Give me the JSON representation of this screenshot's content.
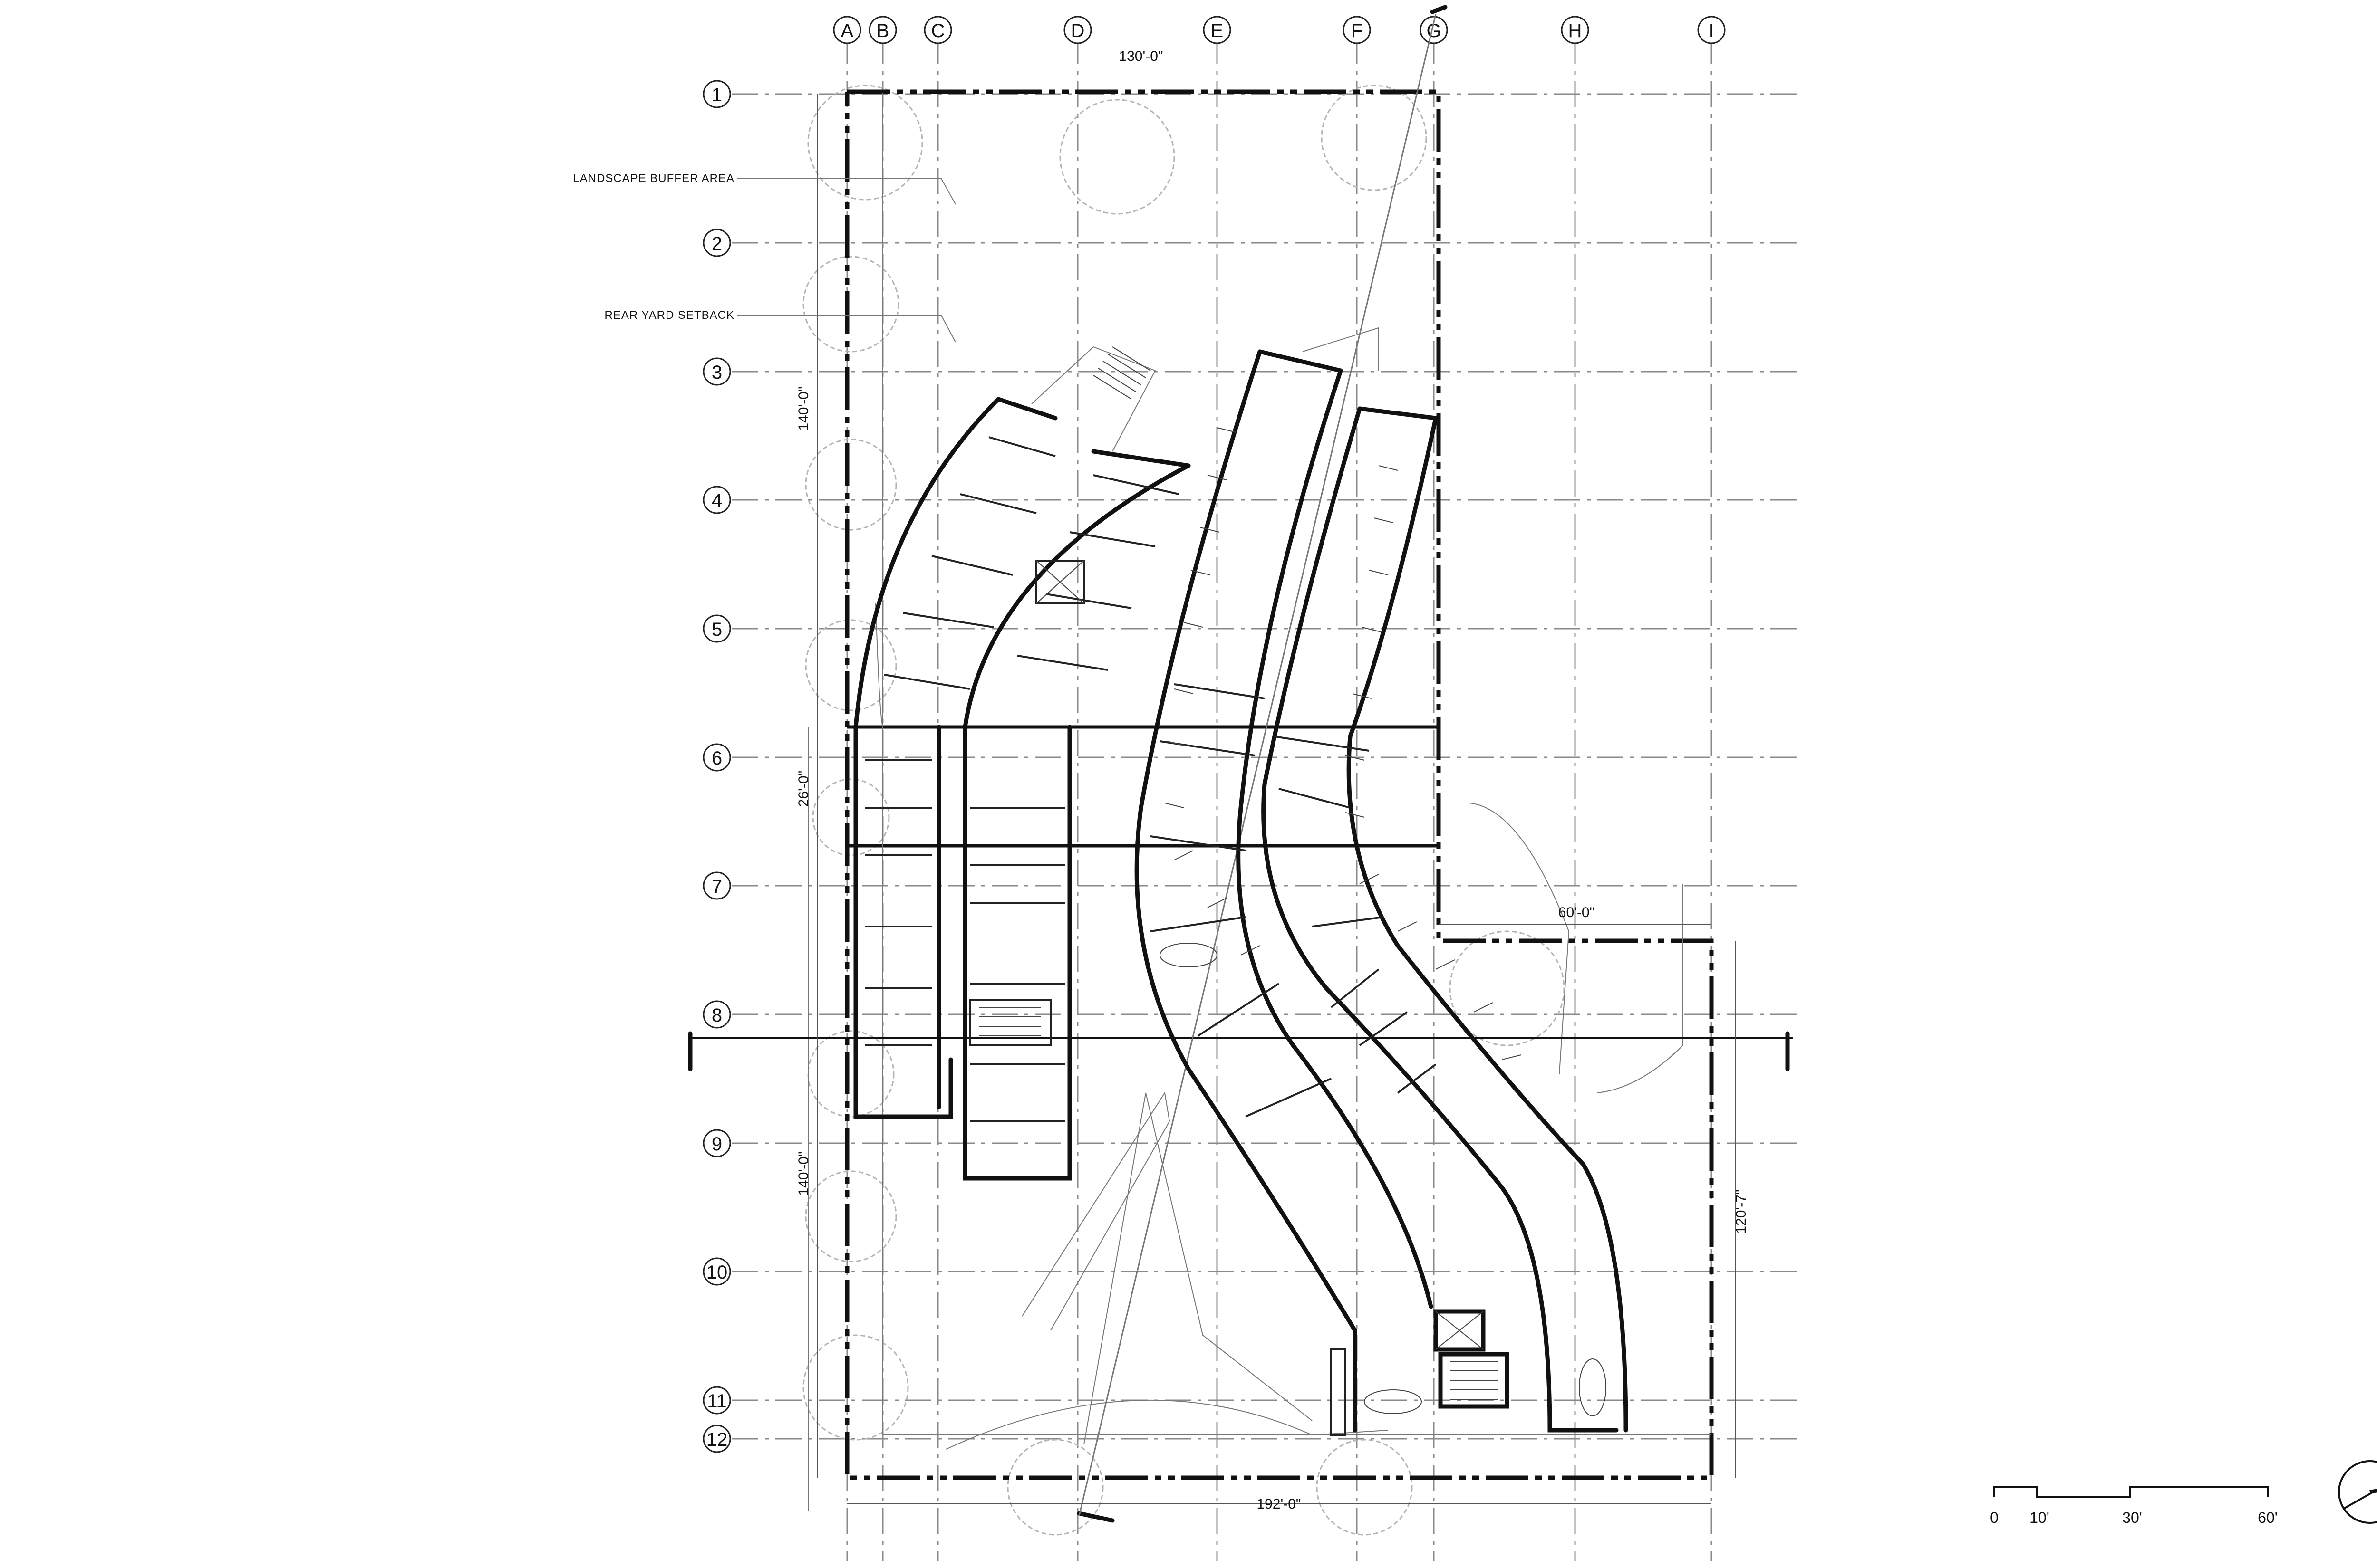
{
  "columns": [
    "A",
    "B",
    "C",
    "D",
    "E",
    "F",
    "G",
    "H",
    "I"
  ],
  "rows": [
    "1",
    "2",
    "3",
    "4",
    "5",
    "6",
    "7",
    "8",
    "9",
    "10",
    "11",
    "12"
  ],
  "dimensions": {
    "top_width": "130'-0\"",
    "bottom_width": "192'-0\"",
    "left_upper": "140'-0\"",
    "left_middle": "26'-0\"",
    "left_lower": "140'-0\"",
    "right_height": "120'-7\"",
    "annex_width": "60'-0\""
  },
  "notes": {
    "landscape": "LANDSCAPE BUFFER AREA",
    "rear_yard": "REAR YARD SETBACK"
  },
  "scale_bar": {
    "labels": [
      "0",
      "10'",
      "30'",
      "60'"
    ]
  },
  "icons": {
    "north_arrow": "north-arrow-icon"
  }
}
